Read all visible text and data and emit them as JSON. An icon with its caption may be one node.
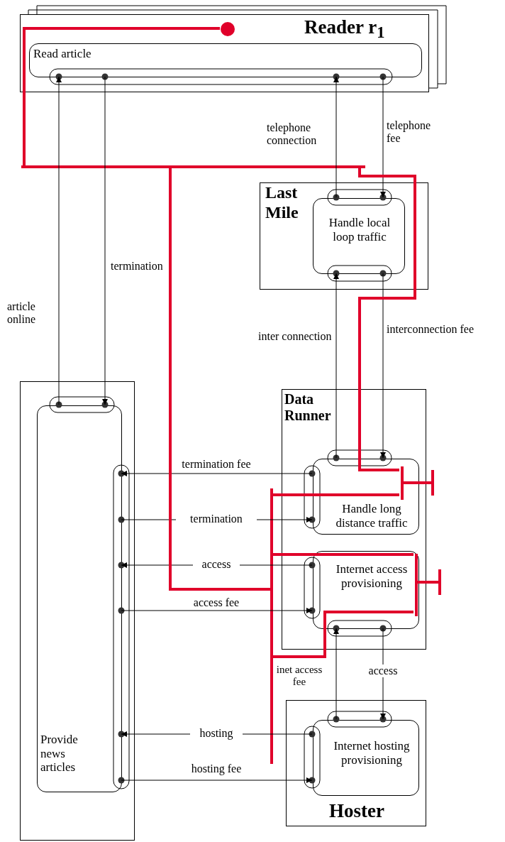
{
  "diagram": {
    "nodes": [
      {
        "text": [
          "Reader r$_{1}$"
        ]
      },
      {
        "text": [],
        "shape": "circle",
        "in": 0
      },
      {
        "text": [
          "Read article"
        ],
        "in": 0
      },
      {
        "text": [],
        "shape": "bar"
      },
      {
        "text": [
          "Last Mile"
        ]
      },
      {
        "text": [
          "Handle local loop traffic"
        ],
        "in": 4
      },
      {
        "text": [],
        "shape": "box"
      },
      {
        "text": [
          "Provide news articles"
        ],
        "in": 6
      },
      {
        "text": [
          "Data Runner"
        ]
      },
      {
        "text": [
          "Handle long distance traffic"
        ],
        "in": 8
      },
      {
        "text": [],
        "shape": "bar",
        "in": 9
      },
      {
        "text": [],
        "shape": "bar"
      },
      {
        "text": [],
        "shape": "bar"
      },
      {
        "text": [
          "Internet access provisioning"
        ],
        "in": 8
      },
      {
        "text": [],
        "shape": "bar",
        "in": 13
      },
      {
        "text": [],
        "shape": "bar"
      },
      {
        "text": [
          "Hoster"
        ]
      },
      {
        "text": [
          "Internet hosting provisioning"
        ],
        "in": 16
      }
    ],
    "edges": [
      {
        "from": 7,
        "to": 2,
        "arrow": "to",
        "label": "article online"
      },
      {
        "from": 2,
        "to": 7,
        "arrow": "to",
        "label": "termination"
      },
      {
        "from": 5,
        "to": 2,
        "arrow": "to",
        "label": "telephone connection"
      },
      {
        "from": 2,
        "to": 5,
        "arrow": "to",
        "label": "telephone fee"
      },
      {
        "from": 9,
        "to": 5,
        "arrow": "to",
        "label": "inter connection"
      },
      {
        "from": 5,
        "to": 9,
        "arrow": "to",
        "label": "interconnection fee"
      },
      {
        "from": 9,
        "to": 7,
        "arrow": "to",
        "label": "termination fee"
      },
      {
        "from": 7,
        "to": 9,
        "arrow": "to",
        "label": "termination"
      },
      {
        "from": 13,
        "to": 7,
        "arrow": "to",
        "label": "access"
      },
      {
        "from": 7,
        "to": 13,
        "arrow": "to",
        "label": "access fee"
      },
      {
        "from": 17,
        "to": 13,
        "arrow": "to",
        "label": "inet access fee"
      },
      {
        "from": 13,
        "to": 17,
        "arrow": "to",
        "label": "access"
      },
      {
        "from": 17,
        "to": 7,
        "arrow": "to",
        "label": "hosting"
      },
      {
        "from": 7,
        "to": 17,
        "arrow": "to",
        "label": "hosting fee"
      },
      {
        "from": 1,
        "to": 3,
        "arrow": "none",
        "style": "thick",
        "color": "#e0002a"
      },
      {
        "from": 3,
        "to": 12,
        "arrow": "none",
        "style": "thick",
        "color": "#e0002a"
      },
      {
        "from": 3,
        "to": 10,
        "arrow": "none",
        "style": "thick",
        "color": "#e0002a"
      },
      {
        "from": 12,
        "to": 10,
        "arrow": "none",
        "style": "thick",
        "color": "#e0002a"
      },
      {
        "from": 12,
        "to": 14,
        "arrow": "none",
        "style": "thick",
        "color": "#e0002a"
      },
      {
        "from": 12,
        "to": 14,
        "arrow": "none",
        "style": "thick",
        "color": "#e0002a"
      },
      {
        "from": 10,
        "to": 11,
        "arrow": "none",
        "style": "thick",
        "color": "#e0002a"
      },
      {
        "from": 14,
        "to": 15,
        "arrow": "none",
        "style": "thick",
        "color": "#e0002a"
      }
    ]
  }
}
